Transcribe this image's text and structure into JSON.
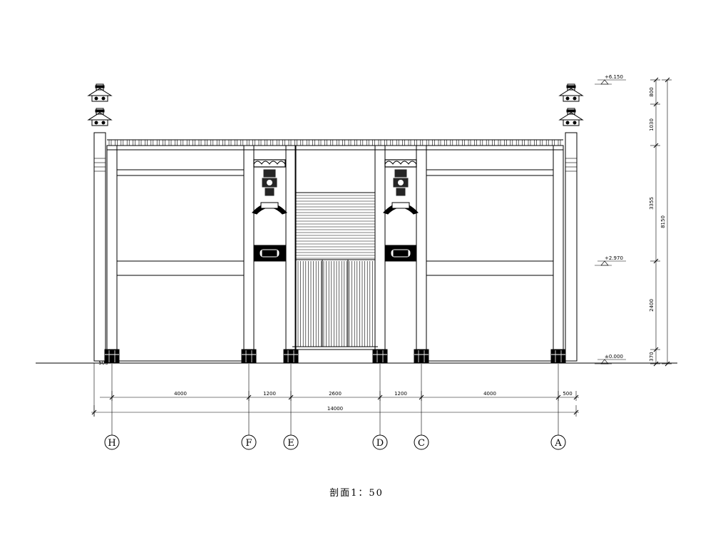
{
  "caption": "剖面1：50",
  "axes": [
    "H",
    "F",
    "E",
    "D",
    "C",
    "A"
  ],
  "dimensions_bottom": [
    "4000",
    "1200",
    "2600",
    "1200",
    "4000",
    "500"
  ],
  "dimension_left_small": "500",
  "dimension_total": "14000",
  "elevations": [
    "+6.150",
    "+2.970",
    "±0.000"
  ],
  "dimensions_right": [
    "800",
    "1030",
    "3355",
    "2400",
    "370"
  ],
  "dimension_right_total": "8150"
}
